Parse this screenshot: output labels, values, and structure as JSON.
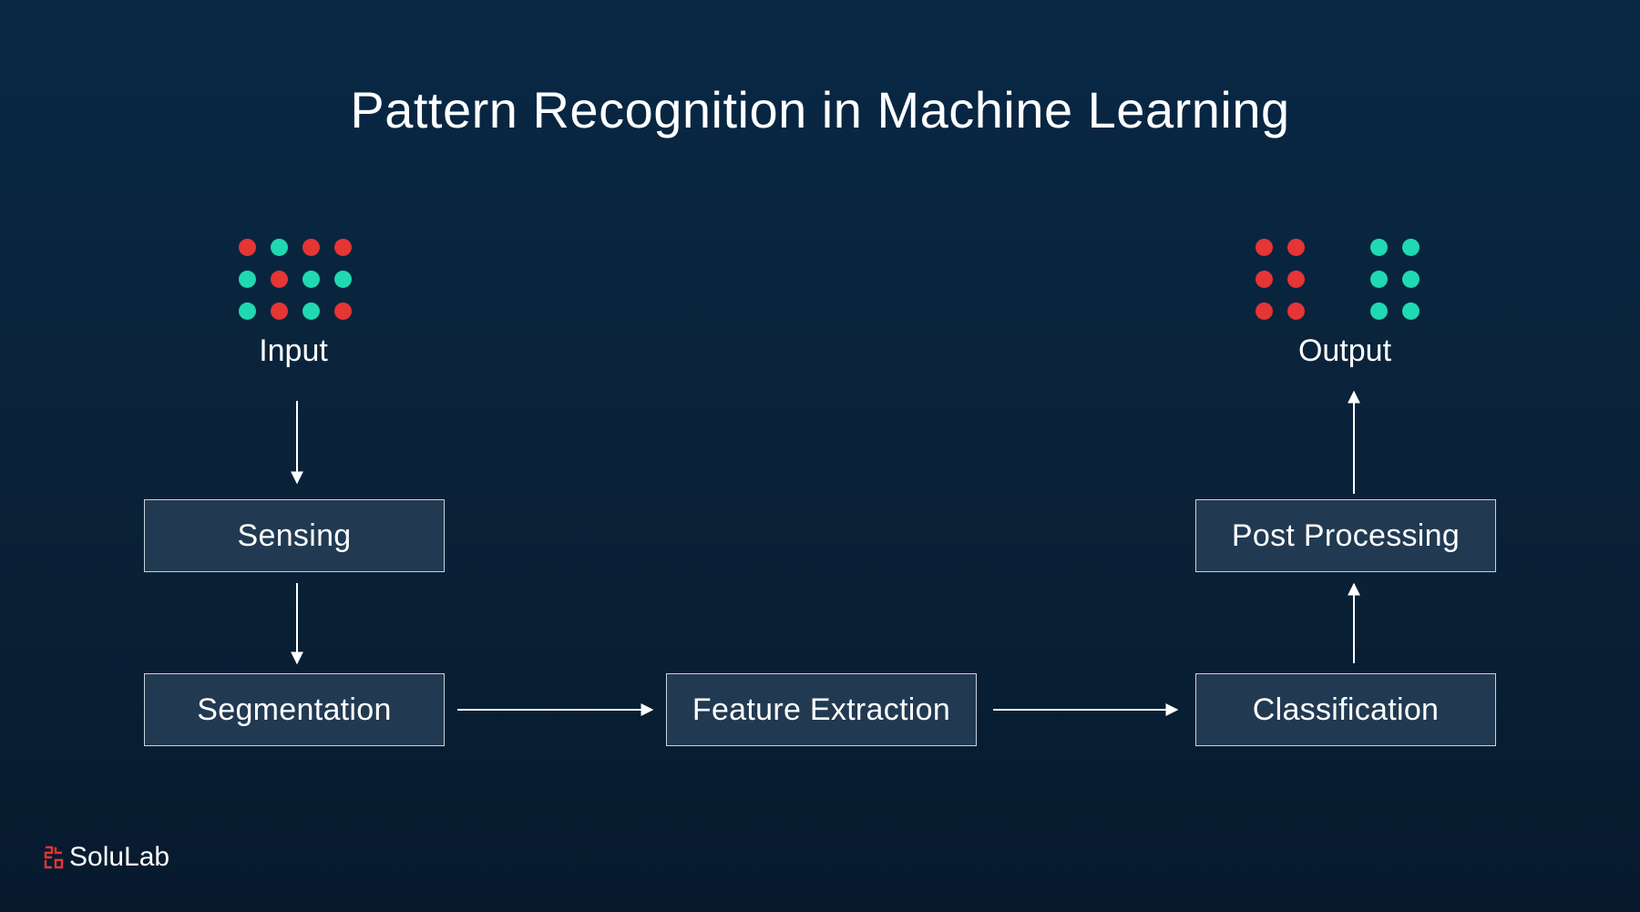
{
  "title": "Pattern Recognition in Machine Learning",
  "colors": {
    "red_dot": "#e53535",
    "teal_dot": "#1ed9b1",
    "node_fill": "#213a52",
    "node_border": "#c8d2dc",
    "arrow": "#ffffff",
    "brand_red": "#e53535"
  },
  "input": {
    "label": "Input",
    "dot_grid": [
      [
        "red",
        "teal",
        "red",
        "red"
      ],
      [
        "teal",
        "red",
        "teal",
        "teal"
      ],
      [
        "teal",
        "red",
        "teal",
        "red"
      ]
    ]
  },
  "output": {
    "label": "Output",
    "groups": [
      "red",
      "teal"
    ]
  },
  "nodes": {
    "sensing": "Sensing",
    "segmentation": "Segmentation",
    "feature_extraction": "Feature Extraction",
    "classification": "Classification",
    "post_processing": "Post Processing"
  },
  "brand": {
    "name": "SoluLab",
    "icon": "solulab-logo-icon"
  }
}
